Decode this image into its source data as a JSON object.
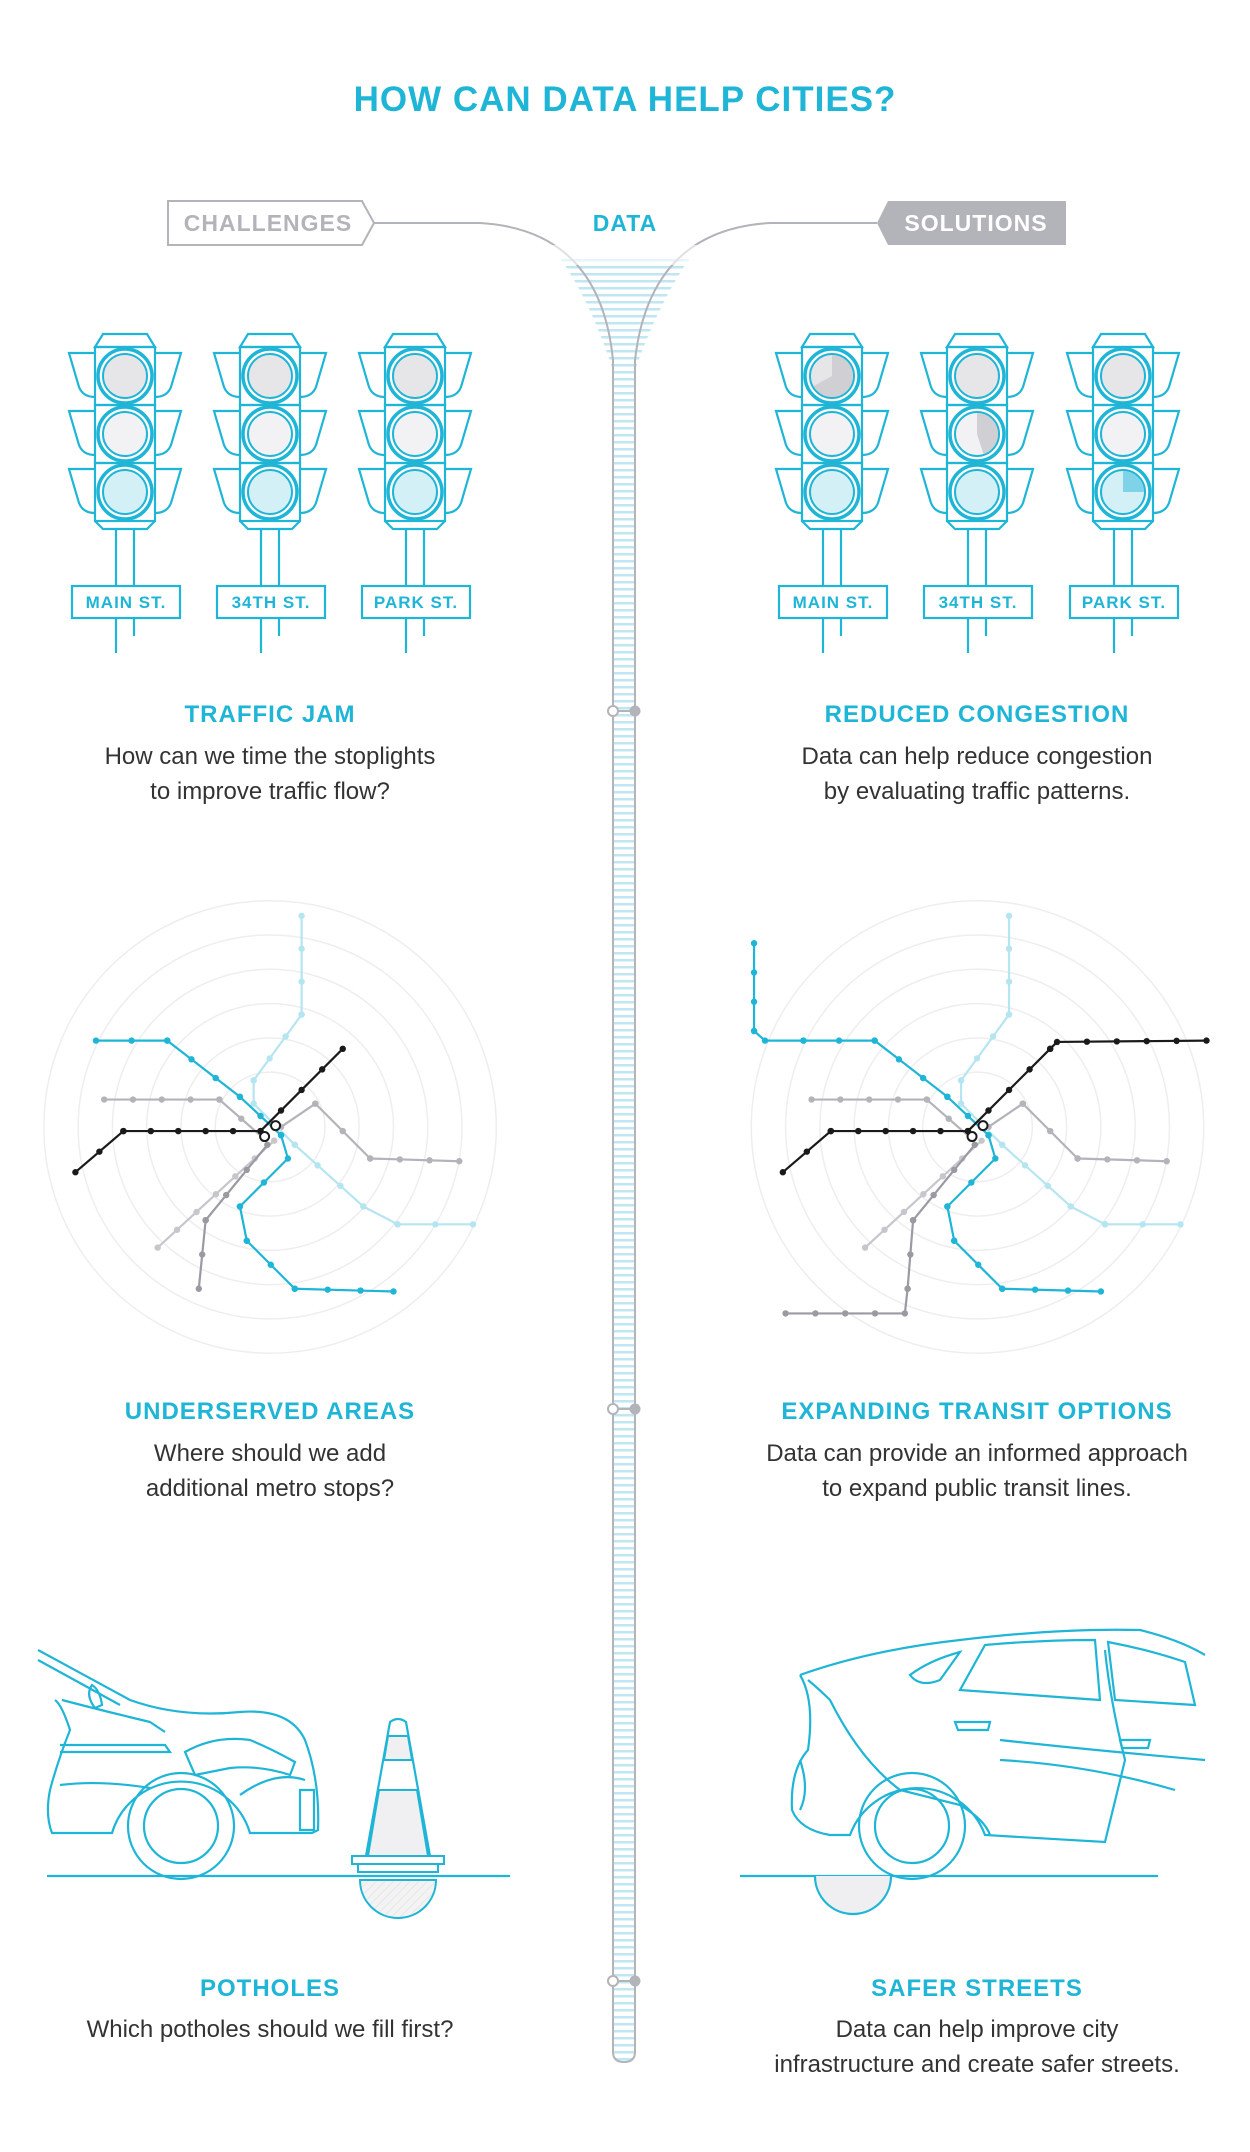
{
  "title": "HOW CAN DATA HELP CITIES?",
  "header": {
    "challenges": "CHALLENGES",
    "data": "DATA",
    "solutions": "SOLUTIONS"
  },
  "colors": {
    "accent": "#1fb5d6",
    "gray": "#b3b3ba",
    "text": "#333333",
    "light_accent": "#d4f0f7"
  },
  "challenges": [
    {
      "heading": "TRAFFIC JAM",
      "lines": [
        "How can we time the stoplights",
        "to improve traffic flow?"
      ]
    },
    {
      "heading": "UNDERSERVED AREAS",
      "lines": [
        "Where should we add",
        "additional metro stops?"
      ]
    },
    {
      "heading": "POTHOLES",
      "lines": [
        "Which potholes should we fill first?"
      ]
    }
  ],
  "solutions": [
    {
      "heading": "REDUCED CONGESTION",
      "lines": [
        "Data can help reduce congestion",
        "by evaluating traffic patterns."
      ]
    },
    {
      "heading": "EXPANDING TRANSIT OPTIONS",
      "lines": [
        "Data can provide an informed approach",
        "to expand public transit lines."
      ]
    },
    {
      "heading": "SAFER STREETS",
      "lines": [
        "Data can help improve city",
        "infrastructure and create safer streets."
      ]
    }
  ],
  "streets": [
    "MAIN ST.",
    "34TH ST.",
    "PARK ST."
  ],
  "solution_light_timers": [
    {
      "street": "MAIN ST.",
      "light": "red",
      "fraction": 0.67
    },
    {
      "street": "34TH ST.",
      "light": "yellow",
      "fraction": 0.45
    },
    {
      "street": "PARK ST.",
      "light": "green",
      "fraction": 0.25
    }
  ]
}
